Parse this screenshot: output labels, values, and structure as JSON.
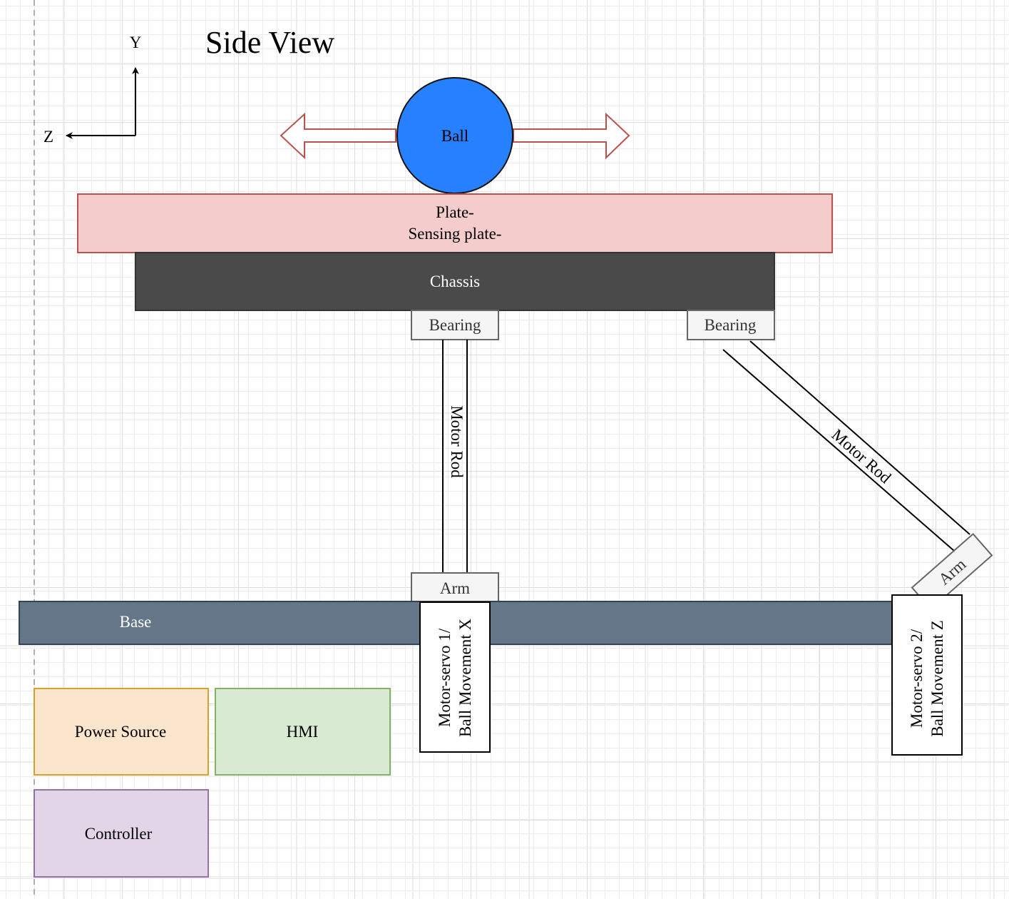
{
  "title": "Side View",
  "axes": {
    "y_label": "Y",
    "z_label": "Z"
  },
  "ball": {
    "label": "Ball",
    "color": "#2680ff"
  },
  "plate": {
    "line1": "Plate-",
    "line2": "Sensing plate-",
    "fill": "#f4cccc",
    "stroke": "#b85450"
  },
  "chassis": {
    "label": "Chassis",
    "fill": "#4a4a4a"
  },
  "bearing_left": {
    "label": "Bearing"
  },
  "bearing_right": {
    "label": "Bearing"
  },
  "rod_left": {
    "label": "Motor Rod"
  },
  "rod_right": {
    "label": "Motor Rod"
  },
  "arm_left": {
    "label": "Arm"
  },
  "arm_right": {
    "label": "Arm"
  },
  "base": {
    "label": "Base",
    "fill": "#647687"
  },
  "servo1": {
    "line1": "Motor-servo 1/",
    "line2": "Ball Movement X"
  },
  "servo2": {
    "line1": "Motor-servo 2/",
    "line2": "Ball Movement Z"
  },
  "power": {
    "label": "Power Source",
    "fill": "#fce5cd",
    "stroke": "#d6a12c"
  },
  "hmi": {
    "label": "HMI",
    "fill": "#d9ead3",
    "stroke": "#82b366"
  },
  "controller": {
    "label": "Controller",
    "fill": "#e1d5e7",
    "stroke": "#9673a6"
  }
}
